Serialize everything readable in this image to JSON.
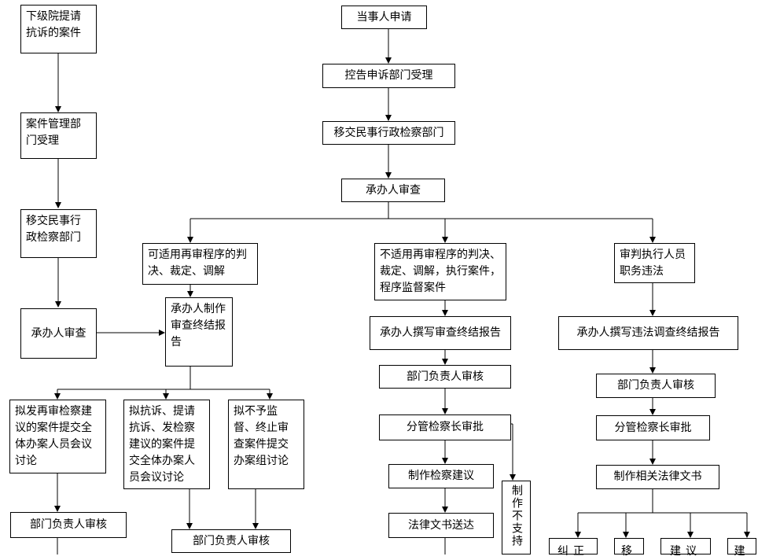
{
  "nodes": {
    "applicant": "当事人申请",
    "complaint_dept": "控告申诉部门受理",
    "transfer_main": "移交民事行政检察部门",
    "handler_review_main": "承办人审查",
    "lower_court": "下级院提请抗诉的案件",
    "case_mgmt": "案件管理部门受理",
    "transfer_left": "移交民事行政检察部门",
    "handler_review_left": "承办人审查",
    "retrial_applicable": "可适用再审程序的判决、裁定、调解",
    "handler_report_a": "承办人制作审查终结报告",
    "retrial_suggest": "拟发再审检察建议的案件提交全体办案人员会议讨论",
    "protest": "拟抗诉、提请抗诉、发检察建议的案件提交全体办案人员会议讨论",
    "no_supervise": "拟不予监督、终止审查案件提交办案组讨论",
    "dept_head_a": "部门负责人审核",
    "dept_head_b": "部门负责人审核",
    "non_retrial": "不适用再审程序的判决、裁定、调解，执行案件，程序监督案件",
    "handler_report_b": "承办人撰写审查终结报告",
    "dept_head_c": "部门负责人审核",
    "deputy_approve_b": "分管检察长审批",
    "make_suggestion": "制作检察建议",
    "doc_delivery": "法律文书送达",
    "make_not_support": "制作不支持",
    "judicial_violation": "审判执行人员职务违法",
    "handler_violation_report": "承办人撰写违法调查终结报告",
    "dept_head_d": "部门负责人审核",
    "deputy_approve_d": "分管检察长审批",
    "make_legal_docs": "制作相关法律文书",
    "correct": "纠正",
    "transfer_small": "移",
    "suggest": "建议",
    "build": "建"
  }
}
